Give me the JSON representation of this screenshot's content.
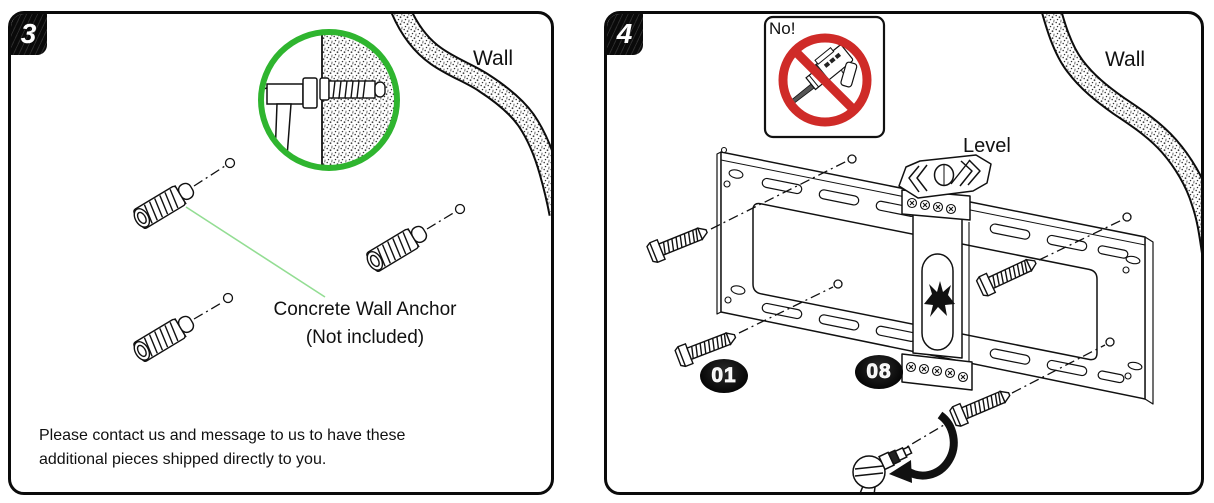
{
  "colors": {
    "ink": "#111111",
    "accent_green": "#2fb52f",
    "leader_green": "#93dd93",
    "prohibition_red": "#cf2b28"
  },
  "panel3": {
    "step_number": "3",
    "wall_label": "Wall",
    "anchor_caption_line1": "Concrete Wall Anchor",
    "anchor_caption_line2": "(Not included)",
    "note_line1": "Please contact us and message to us to have these",
    "note_line2": "additional pieces shipped directly to you."
  },
  "panel4": {
    "step_number": "4",
    "no_label": "No!",
    "wall_label": "Wall",
    "level_label": "Level",
    "part_badges": [
      "01",
      "08"
    ]
  }
}
